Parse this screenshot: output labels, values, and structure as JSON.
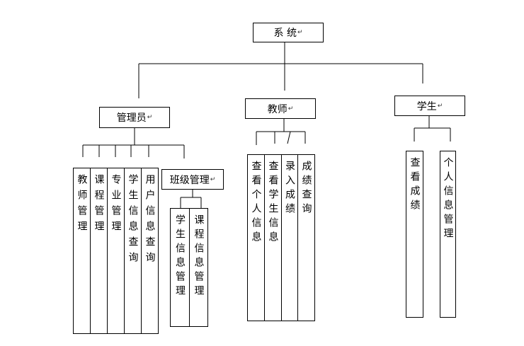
{
  "root": {
    "label": "系 统"
  },
  "roles": [
    {
      "label": "管理员",
      "children": [
        "教师管理",
        "课程管理",
        "专业管理",
        "学生信息查询",
        "用户信息查询"
      ],
      "sub": {
        "label": "班级管理",
        "children": [
          "学生信息管理",
          "课程信息管理"
        ]
      }
    },
    {
      "label": "教师",
      "children": [
        "查看个人信息",
        "查看学生信息",
        "录入成绩",
        "成绩查询"
      ]
    },
    {
      "label": "学生",
      "children": [
        "查看成绩",
        "个人信息管理"
      ]
    }
  ],
  "paragraph_mark": "↵"
}
